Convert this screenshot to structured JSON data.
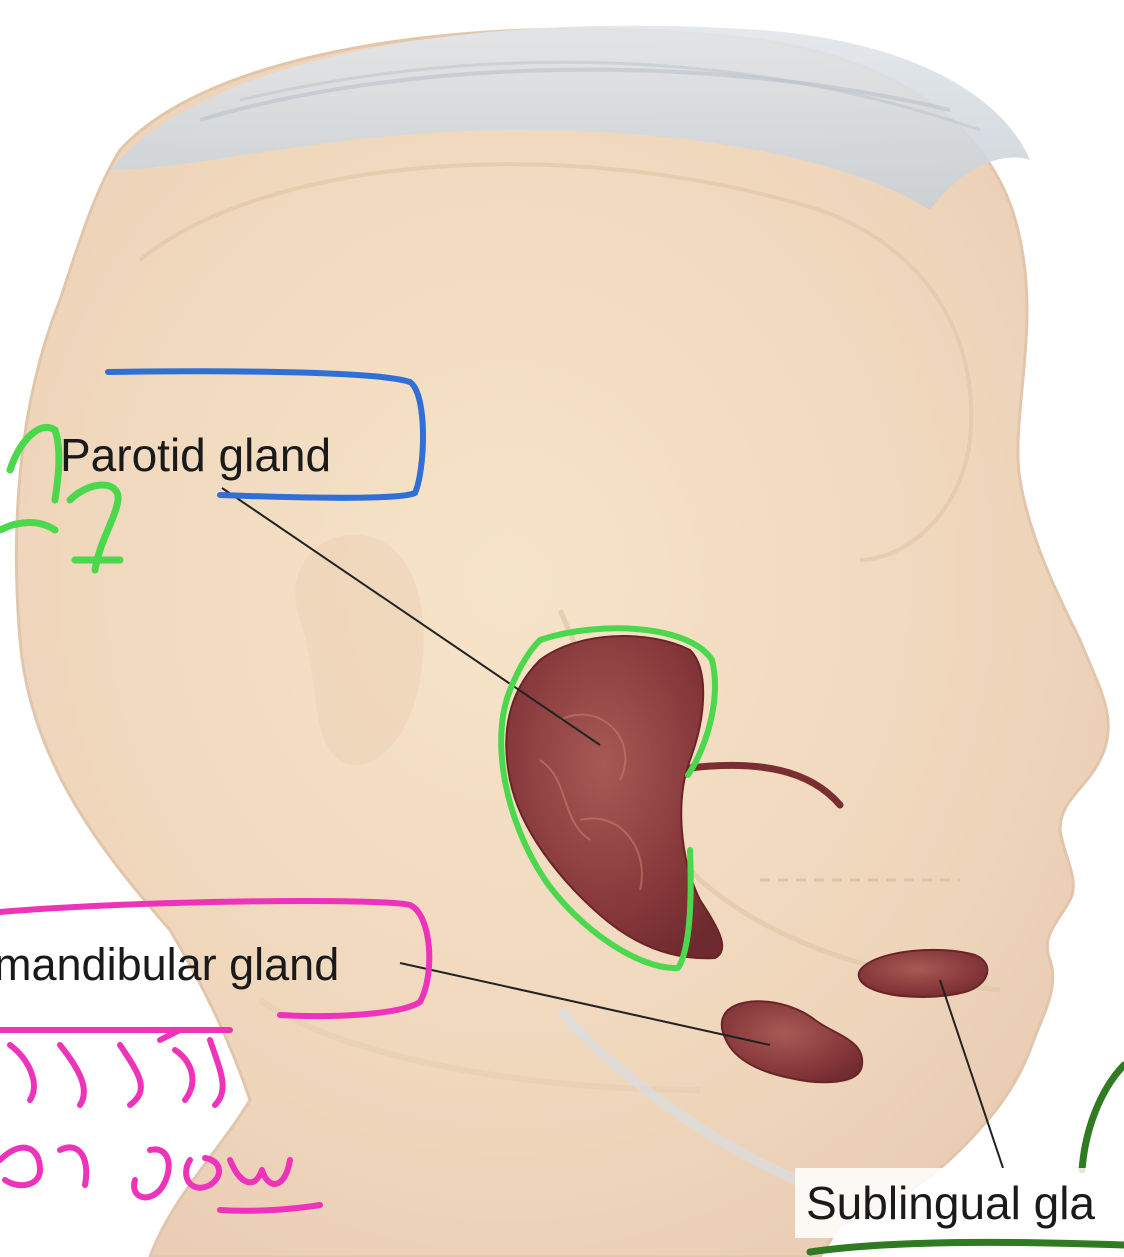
{
  "labels": {
    "parotid": "Parotid gland",
    "submandibular": "mandibular gland",
    "sublingual": "Sublingual gla"
  },
  "annotation_colors": {
    "parotid_box": "#2f6fd6",
    "parotid_outline": "#4cd84c",
    "submandibular_box": "#ee33bb",
    "sublingual_mark": "#2f7a22"
  },
  "gland_color": "#8a3a3c",
  "skin_color": "#f3dcc0"
}
